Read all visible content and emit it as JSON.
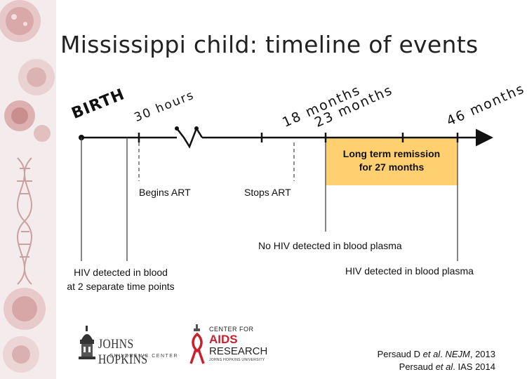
{
  "title": "Mississippi child: timeline of events",
  "timeline": {
    "birth": "BIRTH",
    "hours30": "30 hours",
    "months18": "18 months",
    "months23": "23 months",
    "months46": "46 months"
  },
  "events": {
    "begins_art": "Begins ART",
    "stops_art": "Stops ART",
    "remission_line1": "Long term remission",
    "remission_line2": "for 27 months",
    "no_hiv": "No HIV detected in blood plasma",
    "hiv_detected_line1": "HIV detected in blood",
    "hiv_detected_line2": "at 2 separate time points",
    "hiv_detected_plasma": "HIV detected in blood plasma"
  },
  "logos": {
    "jh_name": "JOHNS HOPKINS",
    "jh_sub": "CHILDREN'S CENTER",
    "car_line1": "CENTER FOR",
    "car_line2": "AIDS",
    "car_line3": "RESEARCH",
    "car_sub": "JOHNS HOPKINS UNIVERSITY"
  },
  "references": {
    "line1_prefix": "Persaud D ",
    "line1_etal": "et al",
    "line1_mid": ". ",
    "line1_journal": "NEJM",
    "line1_suffix": ", 2013",
    "line2_prefix": "Persaud ",
    "line2_etal": "et al",
    "line2_suffix": ". IAS 2014"
  },
  "colors": {
    "remission_fill": "#ffd070",
    "ribbon": "#cc1f2e"
  }
}
